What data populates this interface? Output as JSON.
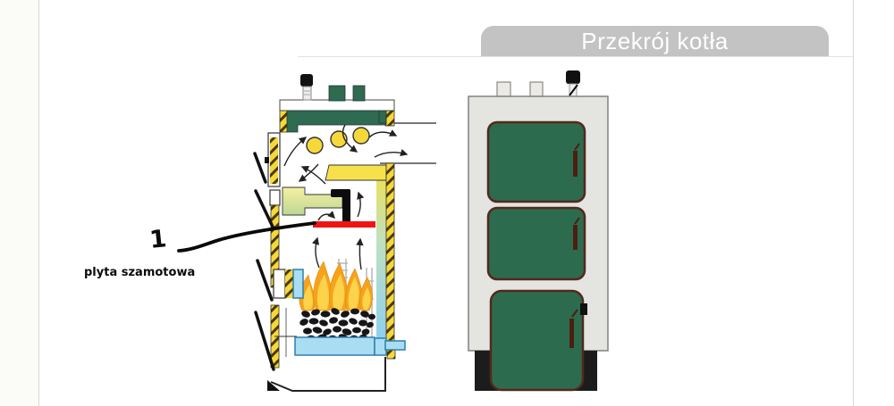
{
  "header": {
    "title": "Przekrój kotła"
  },
  "annotation": {
    "number": "1",
    "label": "plyta szamotowa"
  },
  "colors": {
    "banner-bg": "#c3c3c3",
    "banner-text": "#ffffff",
    "wall-yellow": "#f6d83b",
    "hatch-stripe": "#4a3a00",
    "chamber-green": "#2e6b50",
    "door-green": "#2d6b4e",
    "door-border": "#55281c",
    "handle-brown": "#4a1f12",
    "body-gray": "#e4e4e0",
    "base-black": "#1c1c1c",
    "water-blue": "#a9ddf2",
    "water-border": "#2e7fae",
    "flame-orange": "#f6a21c",
    "flame-yellow": "#fcd34a",
    "plate-red": "#ee1515",
    "ball-yellow": "#f6d83b"
  }
}
